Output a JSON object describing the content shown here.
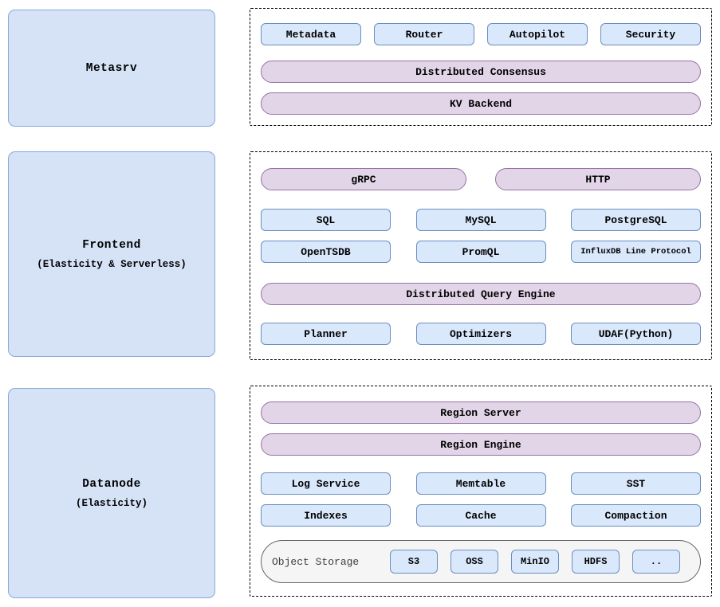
{
  "colors": {
    "node_blue_fill": "#dae8fc",
    "node_blue_stroke": "#6c8ebf",
    "label_blue_fill": "#d6e3f7",
    "label_blue_stroke": "#87a7dc",
    "layer_purple_fill": "#e1d5e7",
    "layer_purple_stroke": "#9673a6",
    "storage_gray_fill": "#f5f5f5",
    "storage_gray_stroke": "#666666"
  },
  "metasrv": {
    "title": "Metasrv",
    "services": [
      "Metadata",
      "Router",
      "Autopilot",
      "Security"
    ],
    "layers": [
      "Distributed Consensus",
      "KV Backend"
    ]
  },
  "frontend": {
    "title": "Frontend",
    "subtitle": "(Elasticity & Serverless)",
    "protocols": [
      "gRPC",
      "HTTP"
    ],
    "query_languages": [
      "SQL",
      "MySQL",
      "PostgreSQL",
      "OpenTSDB",
      "PromQL",
      "InfluxDB Line Protocol"
    ],
    "engine": "Distributed Query Engine",
    "engine_parts": [
      "Planner",
      "Optimizers",
      "UDAF(Python)"
    ]
  },
  "datanode": {
    "title": "Datanode",
    "subtitle": "(Elasticity)",
    "layers": [
      "Region Server",
      "Region Engine"
    ],
    "components": [
      "Log Service",
      "Memtable",
      "SST",
      "Indexes",
      "Cache",
      "Compaction"
    ],
    "object_storage": {
      "label": "Object Storage",
      "providers": [
        "S3",
        "OSS",
        "MinIO",
        "HDFS",
        ".."
      ]
    }
  }
}
